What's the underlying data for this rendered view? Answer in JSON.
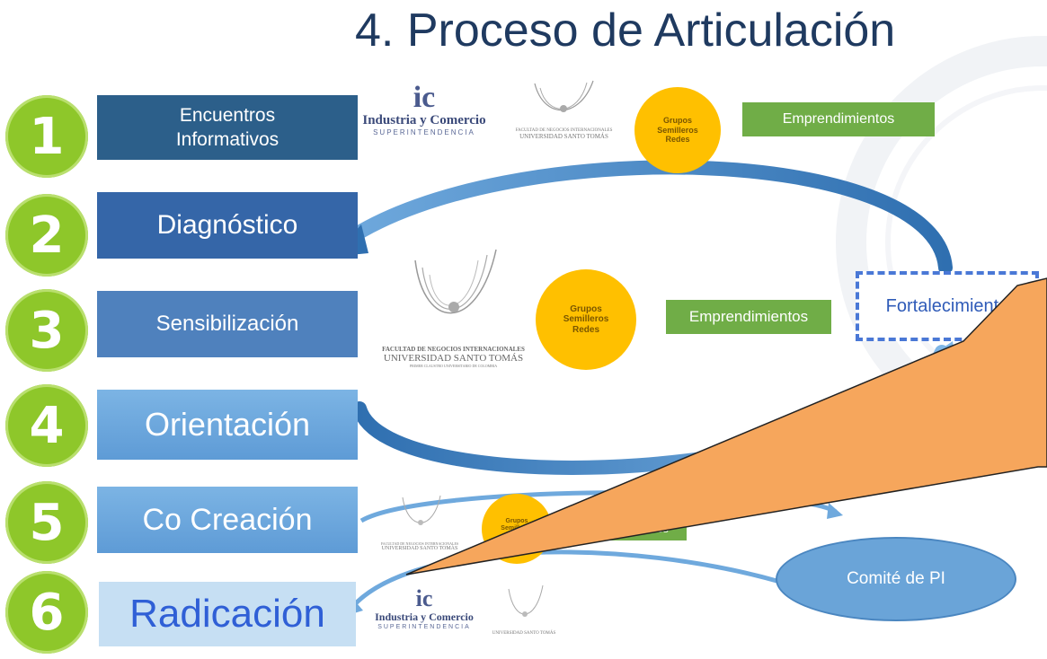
{
  "title": "4. Proceso de Articulación",
  "steps": [
    {
      "number": "1",
      "label": "Encuentros\nInformativos"
    },
    {
      "number": "2",
      "label": "Diagnóstico"
    },
    {
      "number": "3",
      "label": "Sensibilización"
    },
    {
      "number": "4",
      "label": "Orientación"
    },
    {
      "number": "5",
      "label": "Co Creación"
    },
    {
      "number": "6",
      "label": "Radicación"
    }
  ],
  "circle_text": "Grupos\nSemilleros\nRedes",
  "emprendimientos": "Emprendimientos",
  "fortalecimiento": "Fortalecimiento",
  "comite": "Comité de PI",
  "logo_ic": {
    "title": "Industria y Comercio",
    "subtitle": "SUPERINTENDENCIA",
    "letters": "ic"
  },
  "logo_ust": {
    "faculty": "FACULTAD DE NEGOCIOS INTERNACIONALES",
    "university": "UNIVERSIDAD SANTO TOMÁS",
    "tagline": "PRIMER CLAUSTRO UNIVERSITARIO DE COLOMBIA"
  },
  "colors": {
    "green_badge": "#8ec72a",
    "step1": "#2c5f8a",
    "step2": "#3566a8",
    "step3": "#4f81bd",
    "step4": "#6ea8de",
    "step5": "#6ea8de",
    "step6": "#c6dff3",
    "gold": "#ffc000",
    "emprend": "#70ad47",
    "callout": "#f6a65c"
  }
}
